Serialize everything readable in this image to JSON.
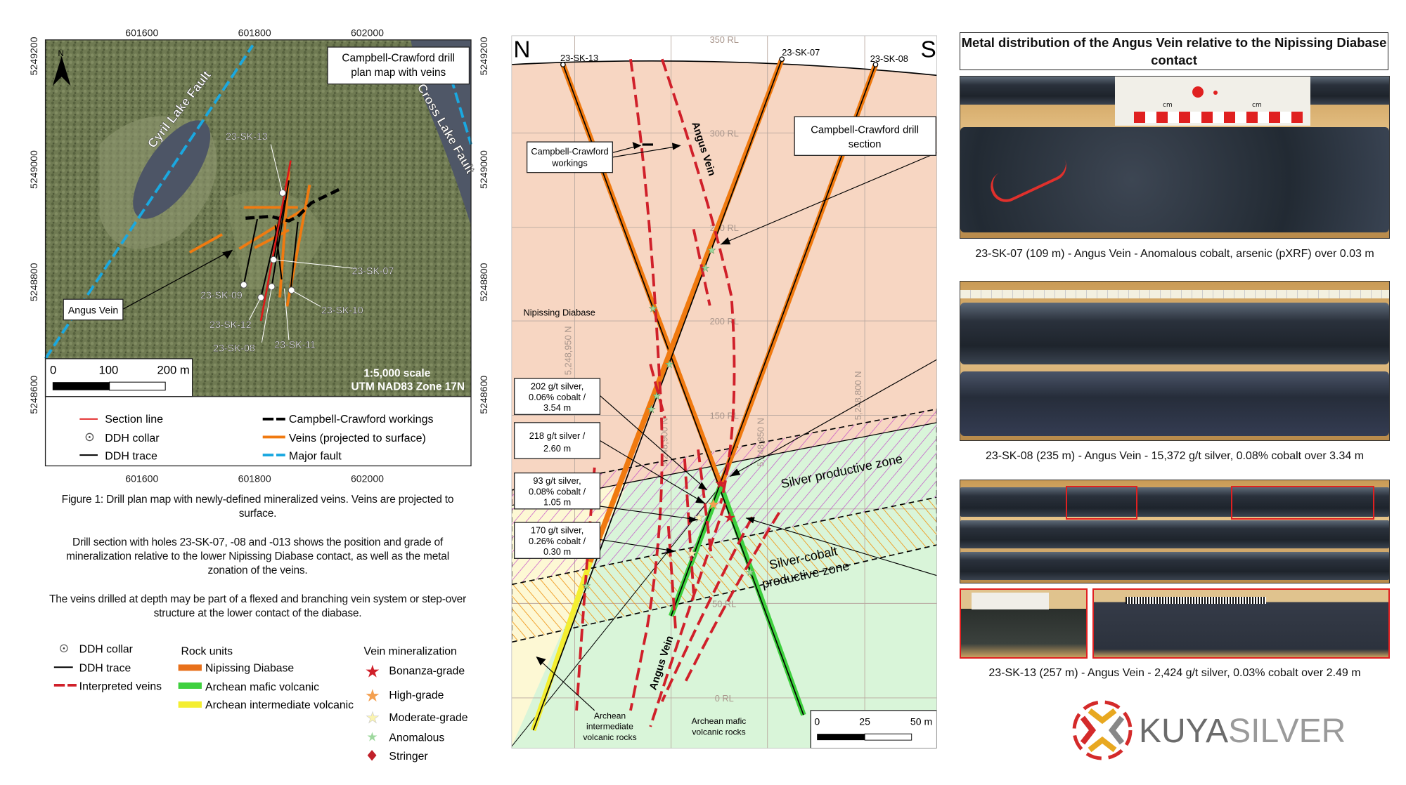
{
  "plan_map": {
    "title_line1": "Campbell-Crawford drill",
    "title_line2": "plan map with veins",
    "north_label": "N",
    "x_ticks": [
      "601600",
      "601800",
      "602000"
    ],
    "y_ticks": [
      "5249200",
      "5249000",
      "5248800",
      "5248600"
    ],
    "fault_labels": [
      "Cyril Lake Fault",
      "Cross Lake Fault"
    ],
    "angus_vein_label": "Angus Vein",
    "hole_labels": {
      "sk13": "23-SK-13",
      "sk07": "23-SK-07",
      "sk09": "23-SK-09",
      "sk10": "23-SK-10",
      "sk12": "23-SK-12",
      "sk08": "23-SK-08",
      "sk11": "23-SK-11"
    },
    "scale_bar": {
      "t0": "0",
      "t1": "100",
      "t2": "200 m"
    },
    "scale_text": "1:5,000 scale",
    "projection_text": "UTM NAD83 Zone 17N",
    "legend": {
      "section_line": "Section line",
      "ddh_collar": "DDH collar",
      "ddh_trace": "DDH trace",
      "workings": "Campbell-Crawford workings",
      "veins": "Veins (projected to surface)",
      "major_fault": "Major fault"
    }
  },
  "captions": {
    "figure1": "Figure 1: Drill plan map with newly-defined mineralized veins. Veins are projected to surface.",
    "section_desc": "Drill section with holes 23-SK-07, -08 and -013 shows the position and grade of mineralization relative to the lower Nipissing Diabase contact, as well as the metal zonation of the veins.",
    "veins_desc": "The veins drilled at depth may be part of a flexed and branching vein system or step-over structure at the lower contact of the diabase."
  },
  "section_legend": {
    "ddh_collar": "DDH collar",
    "ddh_trace": "DDH trace",
    "interpreted_veins": "Interpreted veins",
    "rock_units_title": "Rock units",
    "rock_units": [
      "Nipissing Diabase",
      "Archean mafic volcanic",
      "Archean intermediate volcanic"
    ],
    "vein_title": "Vein mineralization",
    "vein_grades": [
      "Bonanza-grade",
      "High-grade",
      "Moderate-grade",
      "Anomalous",
      "Stringer"
    ]
  },
  "section": {
    "north": "N",
    "south": "S",
    "rl_labels": [
      "350 RL",
      "300 RL",
      "250 RL",
      "200 RL",
      "150 RL",
      "50 RL",
      "0 RL"
    ],
    "northing_labels": [
      "5,248,950 N",
      "5,248,900 N",
      "5,248,850 N",
      "5,248,800 N"
    ],
    "holes": [
      "23-SK-13",
      "23-SK-07",
      "23-SK-08"
    ],
    "workings_label": [
      "Campbell-Crawford",
      "workings"
    ],
    "section_label": [
      "Campbell-Crawford drill",
      "section"
    ],
    "nipissing_label": "Nipissing Diabase",
    "angus_vein": "Angus Vein",
    "silver_zone": "Silver productive zone",
    "silver_cobalt_zone": [
      "Silver-cobalt",
      "productive zone"
    ],
    "intersections": [
      [
        "202 g/t silver,",
        "0.06% cobalt /",
        "3.54 m"
      ],
      [
        "218 g/t silver /",
        "2.60 m"
      ],
      [
        "93 g/t silver,",
        "0.08% cobalt /",
        "1.05 m"
      ],
      [
        "170 g/t silver,",
        "0.26% cobalt /",
        "0.30 m"
      ]
    ],
    "rock_labels": {
      "intermediate": [
        "Archean",
        "intermediate",
        "volcanic rocks"
      ],
      "mafic": [
        "Archean mafic",
        "volcanic rocks"
      ]
    },
    "scale_bar": {
      "t0": "0",
      "t1": "25",
      "t2": "50 m"
    }
  },
  "right_panel": {
    "title": "Metal distribution of the Angus Vein relative to the Nipissing Diabase contact",
    "photos": [
      {
        "caption": "23-SK-07 (109 m) - Angus Vein - Anomalous cobalt, arsenic (pXRF) over 0.03 m"
      },
      {
        "caption": "23-SK-08 (235 m) - Angus Vein - 15,372 g/t silver, 0.08% cobalt over 3.34 m"
      },
      {
        "caption": "23-SK-13 (257 m) - Angus Vein - 2,424 g/t silver, 0.03% cobalt over 2.49 m"
      }
    ],
    "ruler_label": "cm"
  },
  "logo": {
    "part1": "KUYA",
    "part2": "SILVER"
  },
  "colors": {
    "diabase": "#f7d6c2",
    "mafic": "#d9f5d9",
    "intermediate": "#fdf8d4",
    "vein_red": "#d0202a",
    "orange": "#f07a10",
    "fault_blue": "#1aa8e0"
  }
}
